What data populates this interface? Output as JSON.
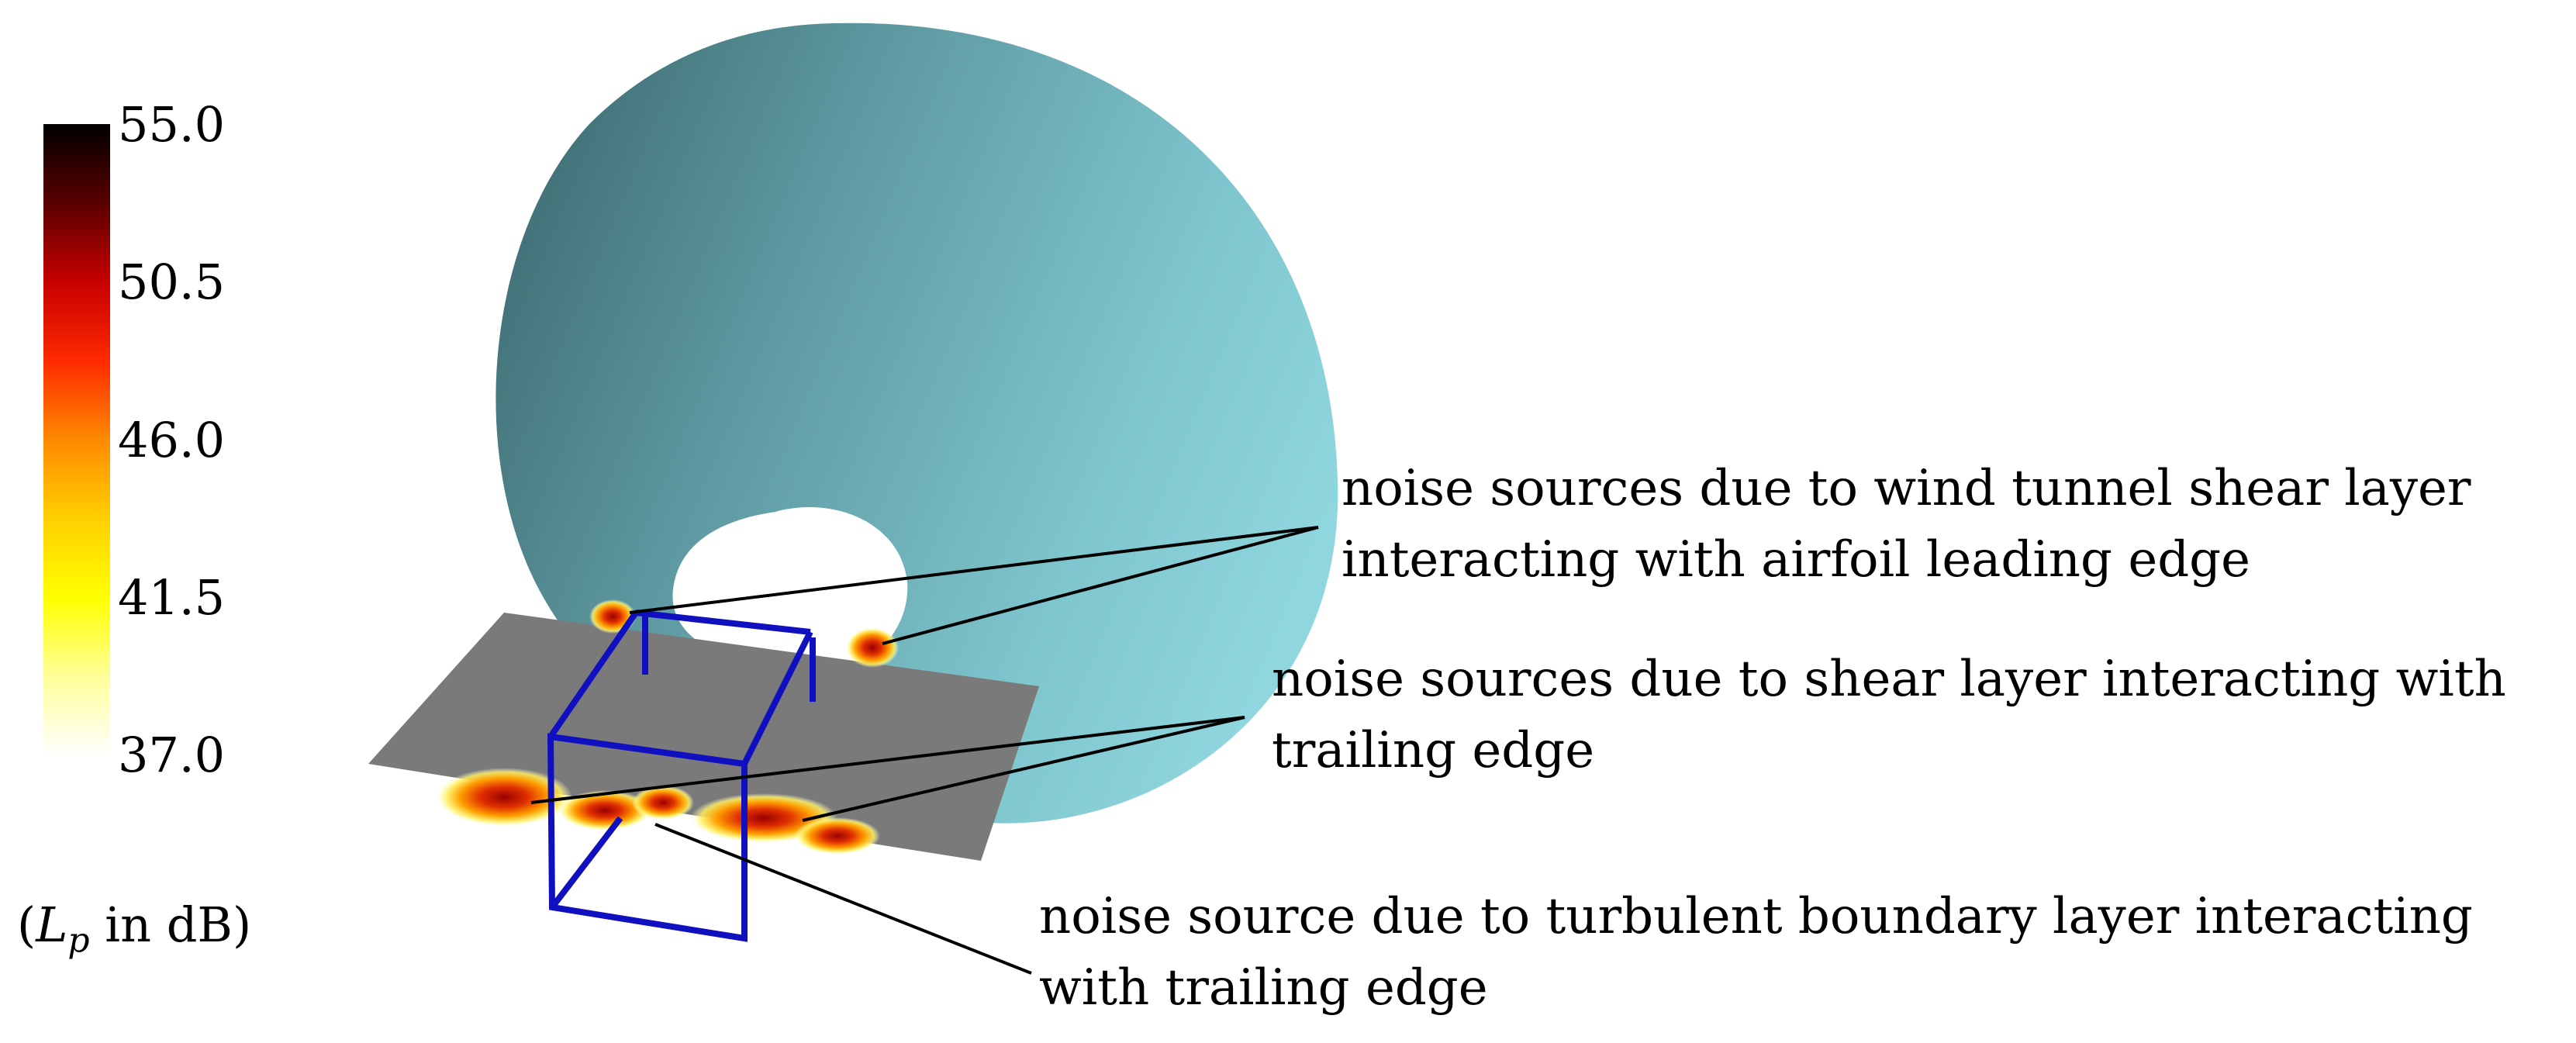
{
  "colorbar": {
    "ticks": [
      "55.0",
      "50.5",
      "46.0",
      "41.5",
      "37.0"
    ],
    "unit_symbol": "L",
    "unit_subscript": "p",
    "unit_suffix": " in dB",
    "stops": [
      "#000000",
      "#5a0000",
      "#c80000",
      "#ff2a00",
      "#ff8a00",
      "#ffd000",
      "#ffff00",
      "#ffff9a",
      "#ffffff"
    ]
  },
  "annotations": [
    {
      "line1": "noise sources due to wind tunnel shear layer",
      "line2": "interacting with airfoil leading edge"
    },
    {
      "line1": "noise sources due to shear layer interacting with",
      "line2": "trailing edge"
    },
    {
      "line1": "noise source due to turbulent boundary layer interacting",
      "line2": "with trailing edge"
    }
  ],
  "colors": {
    "nozzle": "#6fb3bd",
    "airfoil": "#7a7a7a",
    "box": "#1010c0"
  }
}
